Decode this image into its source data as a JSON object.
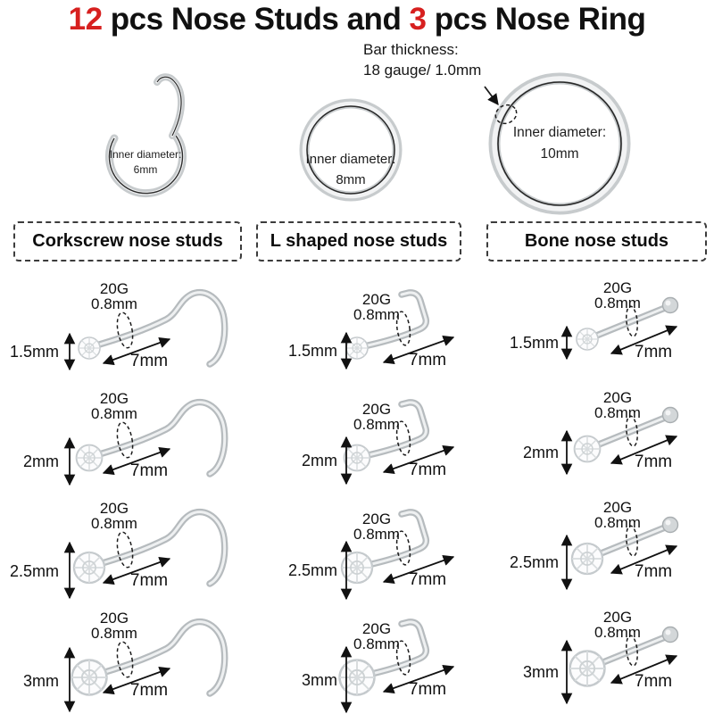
{
  "title": {
    "studs_count": "12",
    "studs_text": " pcs Nose Studs and ",
    "rings_count": "3",
    "rings_text": " pcs Nose Ring"
  },
  "rings_section": {
    "bar_thickness": {
      "line1": "Bar thickness:",
      "line2": "18 gauge/ 1.0mm"
    },
    "rings": [
      {
        "name": "hinged-hoop-ring",
        "label_line1": "Inner diameter:",
        "label_line2": "6mm"
      },
      {
        "name": "hoop-ring",
        "label_line1": "Inner diameter:",
        "label_line2": "8mm"
      },
      {
        "name": "hoop-ring",
        "label_line1": "Inner diameter:",
        "label_line2": "10mm"
      }
    ]
  },
  "columns": [
    {
      "header": "Corkscrew nose studs"
    },
    {
      "header": "L shaped nose studs"
    },
    {
      "header": "Bone nose studs"
    }
  ],
  "grid": {
    "rows": [
      {
        "size": "1.5mm",
        "gauge": "20G",
        "thickness": "0.8mm",
        "length": "7mm"
      },
      {
        "size": "2mm",
        "gauge": "20G",
        "thickness": "0.8mm",
        "length": "7mm"
      },
      {
        "size": "2.5mm",
        "gauge": "20G",
        "thickness": "0.8mm",
        "length": "7mm"
      },
      {
        "size": "3mm",
        "gauge": "20G",
        "thickness": "0.8mm",
        "length": "7mm"
      }
    ]
  },
  "colors": {
    "accent_red": "#d7201f",
    "text": "#111111",
    "metal": "#b6bbbe"
  }
}
